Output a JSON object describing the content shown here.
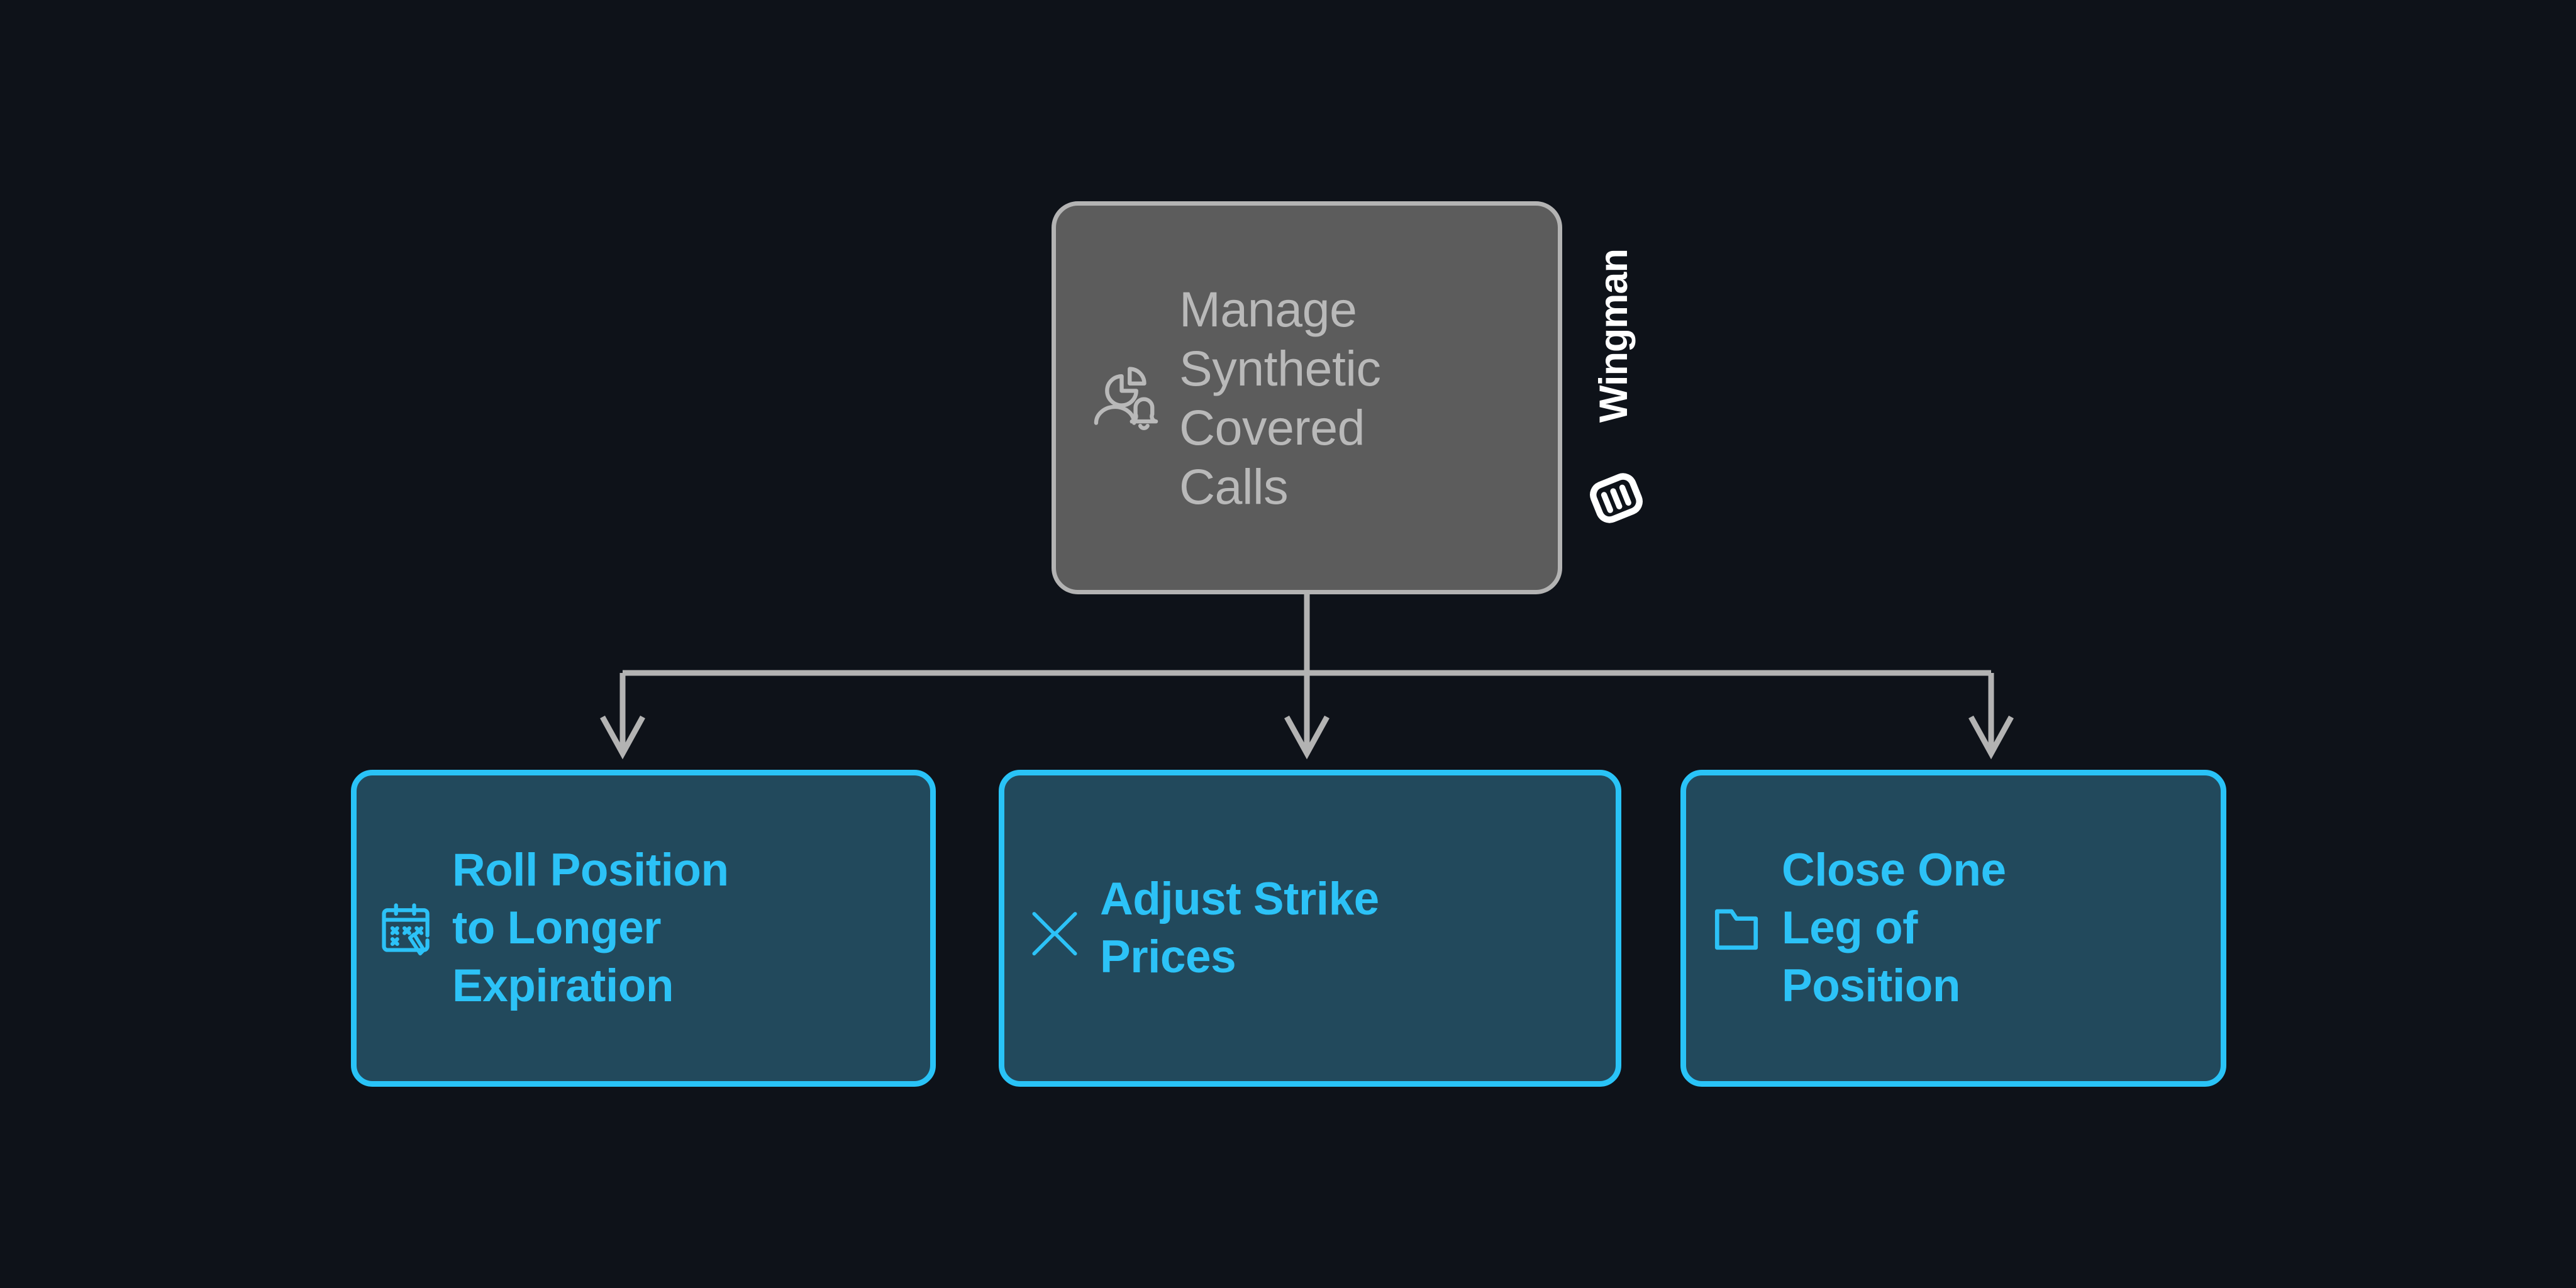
{
  "colors": {
    "background": "#0e1219",
    "root_fill": "#5c5c5c",
    "root_border": "#b3b3b3",
    "root_text": "#b9b9b9",
    "card_fill": "#22495c",
    "card_border": "#29c3f7",
    "card_text": "#2cc2f7",
    "connector": "#b3b3b3",
    "brand_text": "#ffffff"
  },
  "brand": {
    "name": "Wingman",
    "mark_icon": "wingman-logo-icon"
  },
  "diagram": {
    "type": "flowchart",
    "orientation": "top-down",
    "root": {
      "label": "Manage\nSynthetic\nCovered\nCalls",
      "icon": "user-pie-chart-bell-icon"
    },
    "children": [
      {
        "label": "Roll Position\nto Longer\nExpiration",
        "icon": "calendar-edit-icon"
      },
      {
        "label": "Adjust Strike\nPrices",
        "icon": "chevron-collapse-icon"
      },
      {
        "label": "Close One\nLeg of\nPosition",
        "icon": "folder-icon"
      }
    ]
  }
}
